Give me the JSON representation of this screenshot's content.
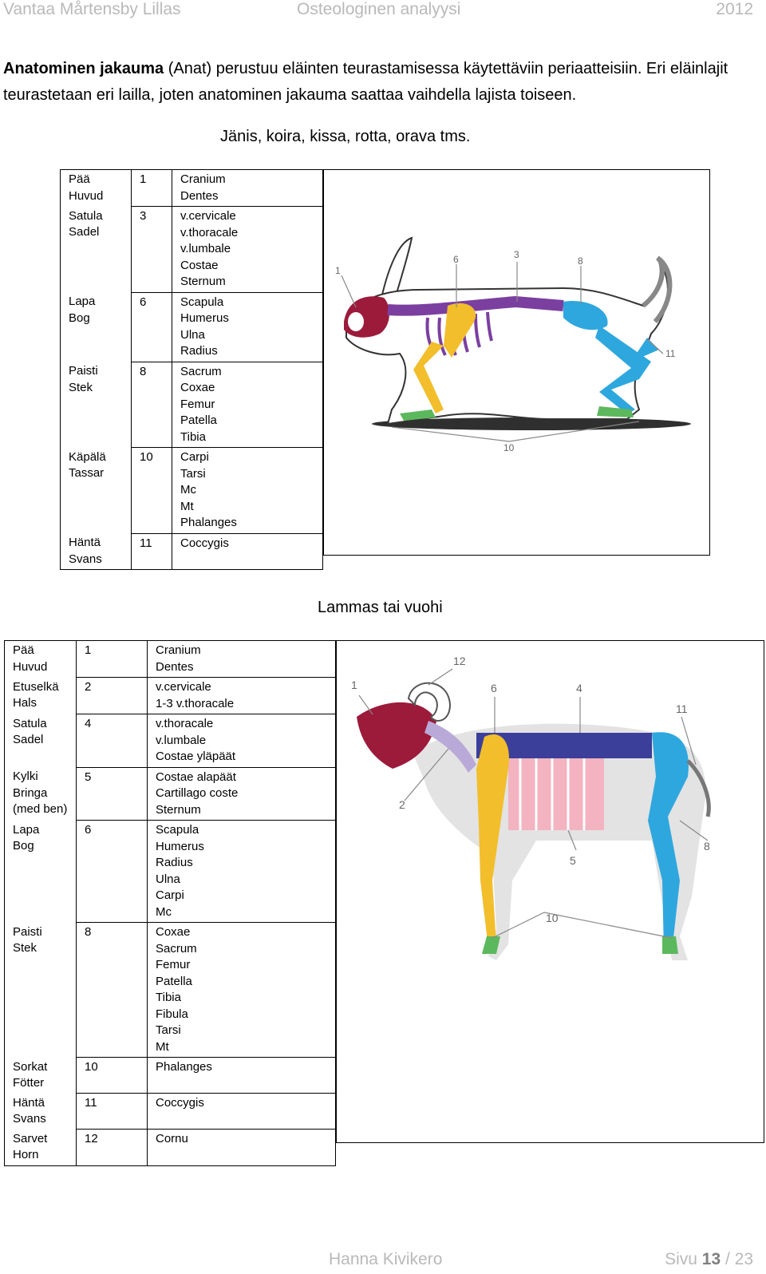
{
  "header": {
    "left": "Vantaa Mårtensby Lillas",
    "center": "Osteologinen analyysi",
    "right": "2012"
  },
  "intro": {
    "bold": "Anatominen jakauma",
    "text": " (Anat) perustuu eläinten teurastamisessa käytettäviin periaatteisiin. Eri eläinlajit teurastetaan eri lailla, joten anatominen jakauma saattaa vaihdella lajista toiseen."
  },
  "section1": {
    "caption": "Jänis, koira, kissa, rotta, orava tms.",
    "rows": [
      {
        "names": [
          "Pää",
          "Huvud"
        ],
        "num": "1",
        "bones": [
          "Cranium",
          "Dentes"
        ]
      },
      {
        "names": [
          "Satula",
          "Sadel"
        ],
        "num": "3",
        "bones": [
          "v.cervicale",
          "v.thoracale",
          "v.lumbale",
          "Costae",
          "Sternum"
        ]
      },
      {
        "names": [
          "Lapa",
          "Bog"
        ],
        "num": "6",
        "bones": [
          "Scapula",
          "Humerus",
          "Ulna",
          "Radius"
        ]
      },
      {
        "names": [
          "Paisti",
          "Stek"
        ],
        "num": "8",
        "bones": [
          "Sacrum",
          "Coxae",
          "Femur",
          "Patella",
          "Tibia"
        ]
      },
      {
        "names": [
          "Käpälä",
          "Tassar"
        ],
        "num": "10",
        "bones": [
          "Carpi",
          "Tarsi",
          "Mc",
          "Mt",
          "Phalanges"
        ]
      },
      {
        "names": [
          "Häntä",
          "Svans"
        ],
        "num": "11",
        "bones": [
          "Coccygis"
        ]
      }
    ],
    "figure_labels": {
      "l1": "1",
      "l3": "3",
      "l6": "6",
      "l8": "8",
      "l10": "10",
      "l11": "11"
    },
    "colors": {
      "head": "#9c1a3a",
      "spine": "#7b3fa0",
      "foreleg": "#f2be2b",
      "hindleg": "#2ea7de",
      "feet": "#5cb85c"
    }
  },
  "section2": {
    "caption": "Lammas tai vuohi",
    "rows": [
      {
        "names": [
          "Pää",
          "Huvud"
        ],
        "num": "1",
        "bones": [
          "Cranium",
          "Dentes"
        ]
      },
      {
        "names": [
          "Etuselkä",
          "Hals"
        ],
        "num": "2",
        "bones": [
          "v.cervicale",
          "1-3 v.thoracale"
        ]
      },
      {
        "names": [
          "Satula",
          "Sadel"
        ],
        "num": "4",
        "bones": [
          "v.thoracale",
          "v.lumbale",
          "Costae yläpäät"
        ]
      },
      {
        "names": [
          "Kylki",
          "Bringa",
          "(med ben)"
        ],
        "num": "5",
        "bones": [
          "Costae alapäät",
          "Cartillago coste",
          "Sternum"
        ]
      },
      {
        "names": [
          "Lapa",
          "Bog"
        ],
        "num": "6",
        "bones": [
          "Scapula",
          "Humerus",
          "Radius",
          "Ulna",
          "Carpi",
          "Mc"
        ]
      },
      {
        "names": [
          "Paisti",
          "Stek"
        ],
        "num": "8",
        "bones": [
          "Coxae",
          "Sacrum",
          "Femur",
          "Patella",
          "Tibia",
          "Fibula",
          "Tarsi",
          "Mt"
        ]
      },
      {
        "names": [
          "Sorkat",
          "Fötter"
        ],
        "num": "10",
        "bones": [
          "Phalanges"
        ]
      },
      {
        "names": [
          "Häntä",
          "Svans"
        ],
        "num": "11",
        "bones": [
          "Coccygis"
        ]
      },
      {
        "names": [
          "Sarvet",
          "Horn"
        ],
        "num": "12",
        "bones": [
          "Cornu"
        ]
      }
    ],
    "figure_labels": {
      "l1": "1",
      "l2": "2",
      "l4": "4",
      "l5": "5",
      "l6": "6",
      "l8": "8",
      "l10": "10",
      "l11": "11",
      "l12": "12"
    },
    "colors": {
      "head": "#9c1a3a",
      "neck": "#b9a9d8",
      "spine": "#3b3f9a",
      "ribs": "#f3b3c0",
      "foreleg": "#f2be2b",
      "hindleg": "#2ea7de",
      "feet": "#5cb85c",
      "body": "#e3e3e3"
    }
  },
  "footer": {
    "author": "Hanna Kivikero",
    "page_prefix": "Sivu ",
    "page": "13",
    "sep": " / ",
    "total": "23"
  }
}
